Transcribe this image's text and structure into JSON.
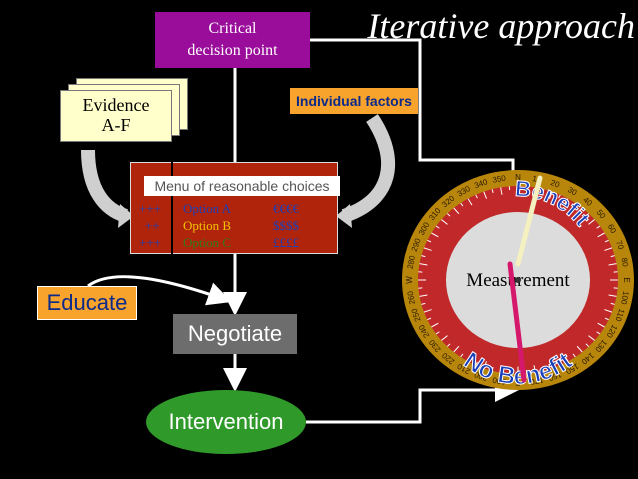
{
  "title": "Iterative approach",
  "critical_decision_point": {
    "line1": "Critical",
    "line2": "decision point"
  },
  "evidence": {
    "line1": "Evidence",
    "line2": "A-F"
  },
  "individual_factors": "Individual factors",
  "menu": {
    "caption": "Menu of reasonable choices",
    "options": [
      {
        "rating": "+++",
        "name": "Option A",
        "cost": "€€€€",
        "color": "#1a3fb8"
      },
      {
        "rating": "++",
        "name": "Option B",
        "cost": "$$$$",
        "color": "#f2c200"
      },
      {
        "rating": "+++",
        "name": "Option C",
        "cost": "££££",
        "color": "#2e7d1e"
      }
    ]
  },
  "educate": "Educate",
  "negotiate": "Negotiate",
  "intervention": "Intervention",
  "measurement": {
    "label": "Measurement",
    "benefit": "Benefit",
    "no_benefit": "No Benefit",
    "ring_labels": [
      "10",
      "20",
      "30",
      "40",
      "50",
      "60",
      "70",
      "80",
      "E",
      "100",
      "110",
      "120",
      "130",
      "140",
      "150",
      "160",
      "170",
      "S",
      "190",
      "200",
      "210",
      "220",
      "230",
      "240",
      "250",
      "260",
      "W",
      "280",
      "290",
      "300",
      "310",
      "320",
      "330",
      "340",
      "350",
      "N"
    ]
  },
  "colors": {
    "accent_orange": "#f7a32c",
    "magenta": "#9a0d9a",
    "menu_red": "#b0240b",
    "green": "#2f9a2a",
    "needle_pink": "#d6186c",
    "needle_cream": "#f5f0c0"
  }
}
